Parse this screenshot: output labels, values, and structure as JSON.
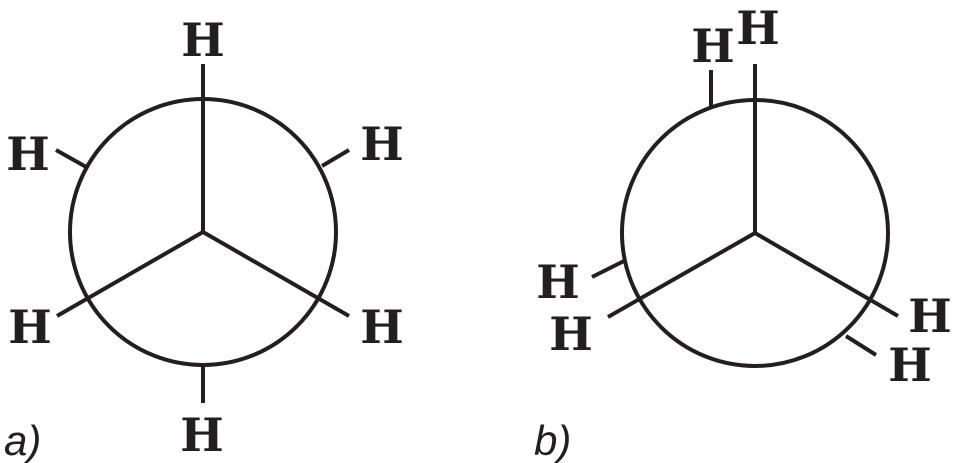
{
  "figure": {
    "type": "Newman projections of ethane",
    "panels": [
      {
        "id": "a",
        "caption": "a)",
        "conformation": "staggered",
        "atom_label": "H",
        "front_atoms": [
          "H",
          "H",
          "H"
        ],
        "back_atoms": [
          "H",
          "H",
          "H"
        ]
      },
      {
        "id": "b",
        "caption": "b)",
        "conformation": "near-eclipsed",
        "atom_label": "H",
        "front_atoms": [
          "H",
          "H",
          "H"
        ],
        "back_atoms": [
          "H",
          "H",
          "H"
        ]
      }
    ]
  },
  "labels": {
    "a": {
      "top": "H",
      "upper_left": "H",
      "upper_right": "H",
      "lower_left": "H",
      "lower_right": "H",
      "bottom": "H",
      "caption": "a)"
    },
    "b": {
      "top_front": "H",
      "top_back": "H",
      "left_back": "H",
      "left_front": "H",
      "right_front": "H",
      "right_back": "H",
      "caption": "b)"
    }
  },
  "colors": {
    "ink": "#231f20",
    "background": "#ffffff"
  }
}
